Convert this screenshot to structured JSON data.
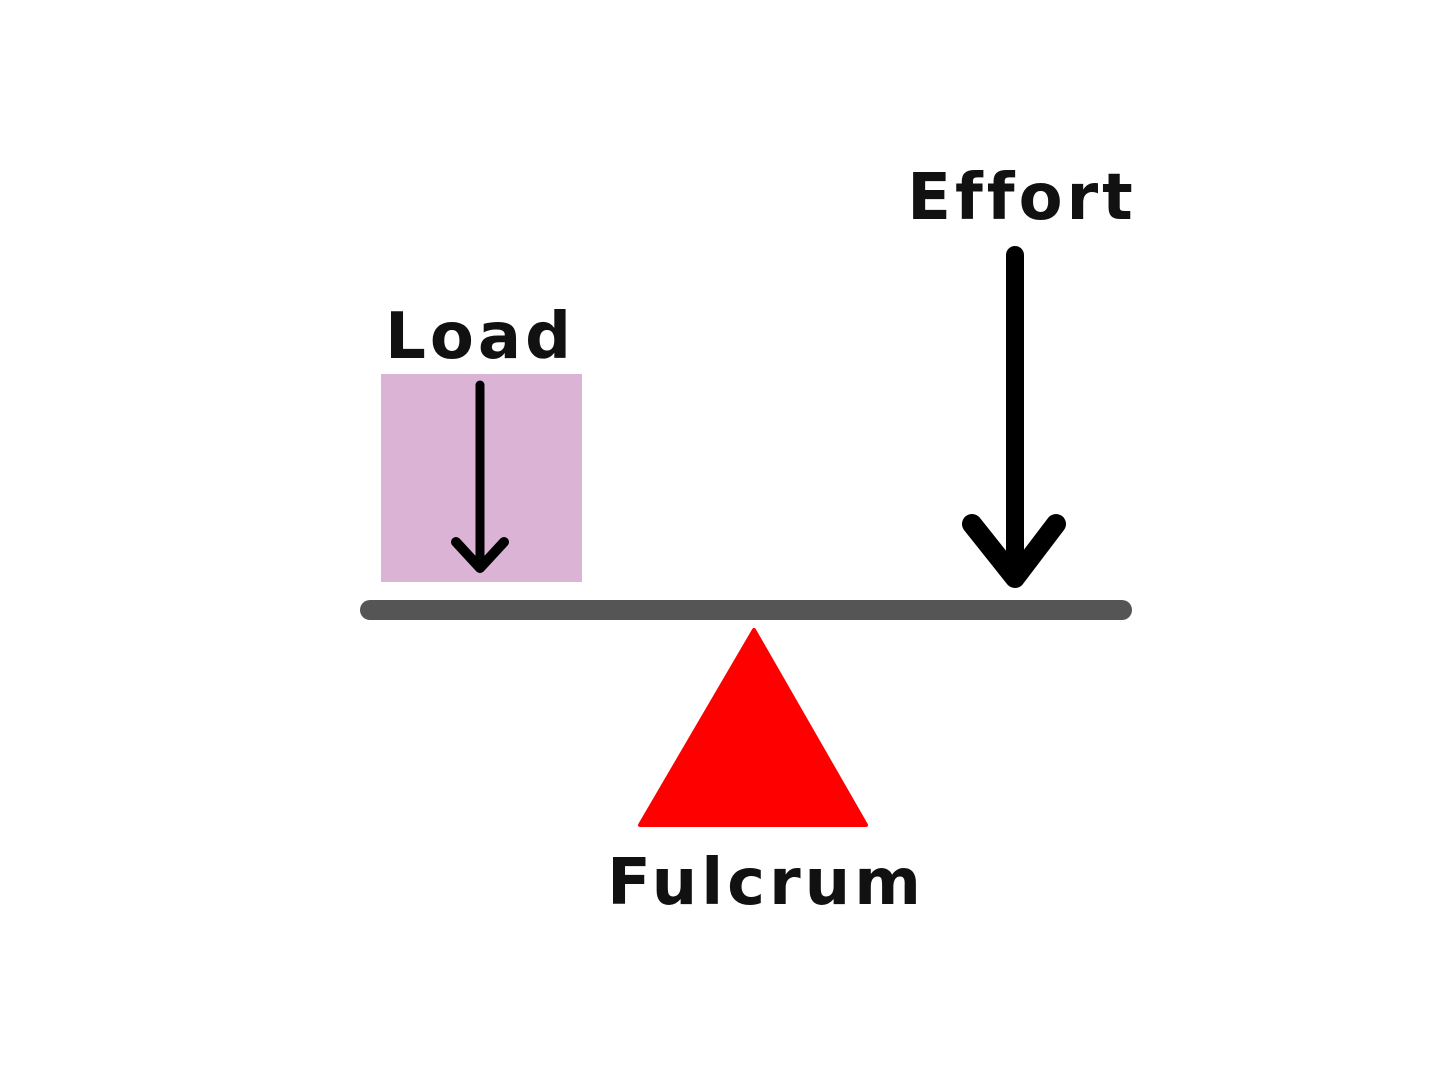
{
  "labels": {
    "load": "Load",
    "effort": "Effort",
    "fulcrum": "Fulcrum"
  },
  "colors": {
    "load_box": "#dbb3d4",
    "fulcrum": "#ff0000",
    "lever": "#555555",
    "arrows": "#000000",
    "text": "#111111",
    "background": "#ffffff"
  },
  "icons": {
    "load_arrow": "arrow-down-icon",
    "effort_arrow": "arrow-down-icon",
    "fulcrum": "triangle-icon"
  }
}
